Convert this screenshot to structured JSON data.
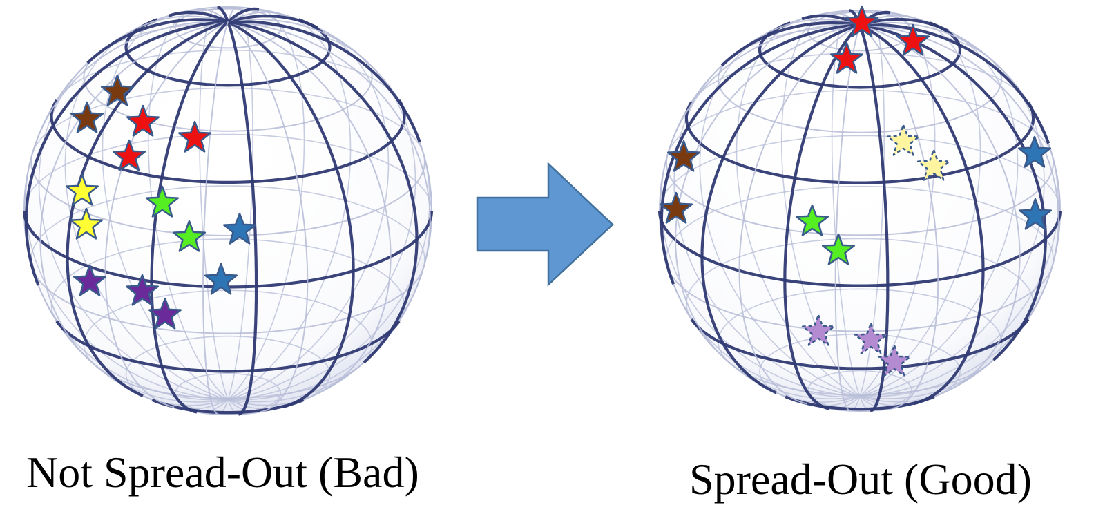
{
  "captions": {
    "left": "Not Spread-Out (Bad)",
    "right": "Spread-Out (Good)"
  },
  "colors": {
    "grid_dark": "#2f3a73",
    "grid_light": "#b9bfd8",
    "arrow_fill": "#5f97d2",
    "arrow_stroke": "#41719c",
    "star_outline": "#3a5a8c",
    "red": "#ee1111",
    "brown": "#7a3a10",
    "yellow": "#ffff33",
    "green": "#55ee22",
    "blue": "#2e75b6",
    "purple": "#6a2a9a",
    "light_yellow": "#fff4a0",
    "light_purple": "#b48bd0"
  },
  "spheres": [
    {
      "id": "not-spread-out",
      "stars": [
        {
          "group": "brown",
          "color": "brown"
        },
        {
          "group": "brown",
          "color": "brown"
        },
        {
          "group": "red",
          "color": "red"
        },
        {
          "group": "red",
          "color": "red"
        },
        {
          "group": "red",
          "color": "red"
        },
        {
          "group": "yellow",
          "color": "yellow"
        },
        {
          "group": "yellow",
          "color": "yellow"
        },
        {
          "group": "green",
          "color": "green"
        },
        {
          "group": "green",
          "color": "green"
        },
        {
          "group": "blue",
          "color": "blue"
        },
        {
          "group": "blue",
          "color": "blue"
        },
        {
          "group": "purple",
          "color": "purple"
        },
        {
          "group": "purple",
          "color": "purple"
        },
        {
          "group": "purple",
          "color": "purple"
        }
      ]
    },
    {
      "id": "spread-out",
      "stars": [
        {
          "group": "red",
          "color": "red"
        },
        {
          "group": "red",
          "color": "red"
        },
        {
          "group": "red",
          "color": "red"
        },
        {
          "group": "brown",
          "color": "brown"
        },
        {
          "group": "brown",
          "color": "brown"
        },
        {
          "group": "yellow",
          "color": "light_yellow",
          "dashed": true
        },
        {
          "group": "yellow",
          "color": "light_yellow",
          "dashed": true
        },
        {
          "group": "blue",
          "color": "blue"
        },
        {
          "group": "blue",
          "color": "blue"
        },
        {
          "group": "green",
          "color": "green"
        },
        {
          "group": "green",
          "color": "green"
        },
        {
          "group": "purple",
          "color": "light_purple",
          "dashed": true
        },
        {
          "group": "purple",
          "color": "light_purple",
          "dashed": true
        },
        {
          "group": "purple",
          "color": "light_purple",
          "dashed": true
        }
      ]
    }
  ]
}
